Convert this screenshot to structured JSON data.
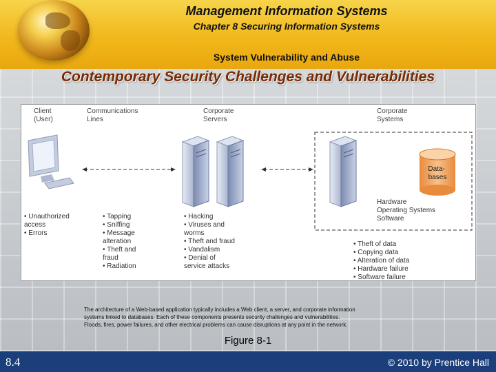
{
  "header": {
    "course_title": "Management Information Systems",
    "chapter": "Chapter 8 Securing Information Systems",
    "section": "System Vulnerability and Abuse"
  },
  "slide_title": "Contemporary Security Challenges and Vulnerabilities",
  "figure": {
    "columns": {
      "client": [
        "Client",
        "(User)"
      ],
      "lines": [
        "Communications",
        "Lines"
      ],
      "servers": [
        "Corporate",
        "Servers"
      ],
      "systems": [
        "Corporate",
        "Systems"
      ]
    },
    "database_label": [
      "Data-",
      "bases"
    ],
    "systems_components": [
      "Hardware",
      "Operating Systems",
      "Software"
    ],
    "client_threats": [
      "• Unauthorized",
      "  access",
      "• Errors"
    ],
    "line_threats": [
      "• Tapping",
      "• Sniffing",
      "• Message",
      "  alteration",
      "• Theft and",
      "  fraud",
      "• Radiation"
    ],
    "server_threats": [
      "• Hacking",
      "• Viruses and",
      "  worms",
      "• Theft and fraud",
      "• Vandalism",
      "• Denial of",
      "  service attacks"
    ],
    "system_threats": [
      "• Theft of data",
      "• Copying data",
      "• Alteration of data",
      "• Hardware failure",
      "• Software failure"
    ]
  },
  "caption_lines": [
    "The architecture of a Web-based application typically includes a Web client, a server, and corporate information",
    "systems linked to databases. Each of these components presents security challenges and vulnerabilities.",
    "Floods, fires, power failures, and other electrical problems can cause disruptions at any point in the network."
  ],
  "figure_label": "Figure 8-1",
  "footer": {
    "page_number": "8.4",
    "copyright": "© 2010 by Prentice Hall"
  },
  "colors": {
    "header_gold": "#f1b81c",
    "title_red": "#7a2a00",
    "footer_navy": "#1b3f7a",
    "database_orange": "#f2a35a"
  }
}
